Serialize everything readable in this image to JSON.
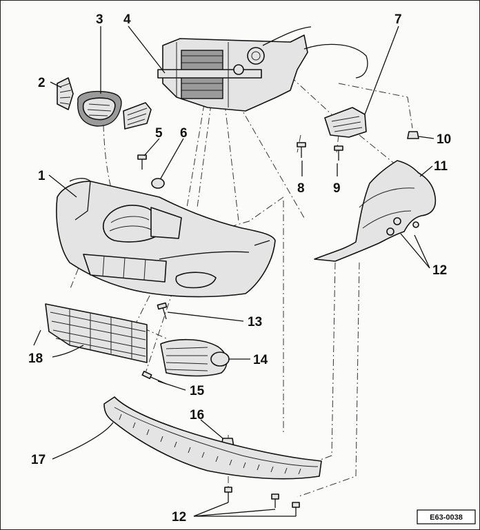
{
  "diagram": {
    "callouts": [
      {
        "id": "c1",
        "text": "1"
      },
      {
        "id": "c2",
        "text": "2"
      },
      {
        "id": "c3",
        "text": "3"
      },
      {
        "id": "c4",
        "text": "4"
      },
      {
        "id": "c5",
        "text": "5"
      },
      {
        "id": "c6",
        "text": "6"
      },
      {
        "id": "c7",
        "text": "7"
      },
      {
        "id": "c8",
        "text": "8"
      },
      {
        "id": "c9",
        "text": "9"
      },
      {
        "id": "c10",
        "text": "10"
      },
      {
        "id": "c11",
        "text": "11"
      },
      {
        "id": "c12a",
        "text": "12"
      },
      {
        "id": "c12b",
        "text": "12"
      },
      {
        "id": "c13",
        "text": "13"
      },
      {
        "id": "c14",
        "text": "14"
      },
      {
        "id": "c15",
        "text": "15"
      },
      {
        "id": "c16",
        "text": "16"
      },
      {
        "id": "c17",
        "text": "17"
      },
      {
        "id": "c18",
        "text": "18"
      }
    ],
    "reference_code": "E63-0038"
  }
}
